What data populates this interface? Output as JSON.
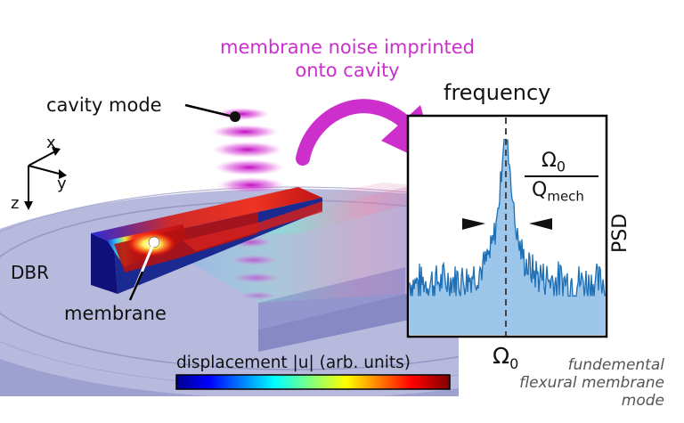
{
  "title_noise": "membrane noise imprinted",
  "title_noise_2": "onto cavity",
  "labels": {
    "cavity_mode": "cavity mode",
    "frequency": "frequency",
    "psd": "PSD",
    "dbr": "DBR",
    "membrane": "membrane",
    "omega_sym": "Ω",
    "omega_sub": "0",
    "q_sym": "Q",
    "q_sub": "mech",
    "displacement": "displacement |u| (arb. units)",
    "fundamental_1": "fundemental",
    "fundamental_2": "flexural membrane",
    "fundamental_3": "mode",
    "axis_x": "x",
    "axis_y": "y",
    "axis_z": "z"
  },
  "colors": {
    "magenta": "#cc2fcc",
    "psd_line": "#1f6fb5",
    "psd_fill": "#9cc6ea",
    "dbr": "#b7b9dc"
  },
  "chart_data": {
    "type": "area",
    "xlabel": "frequency",
    "ylabel": "PSD",
    "center_label": "Ω0",
    "description_lorentzian_peak": true
  }
}
